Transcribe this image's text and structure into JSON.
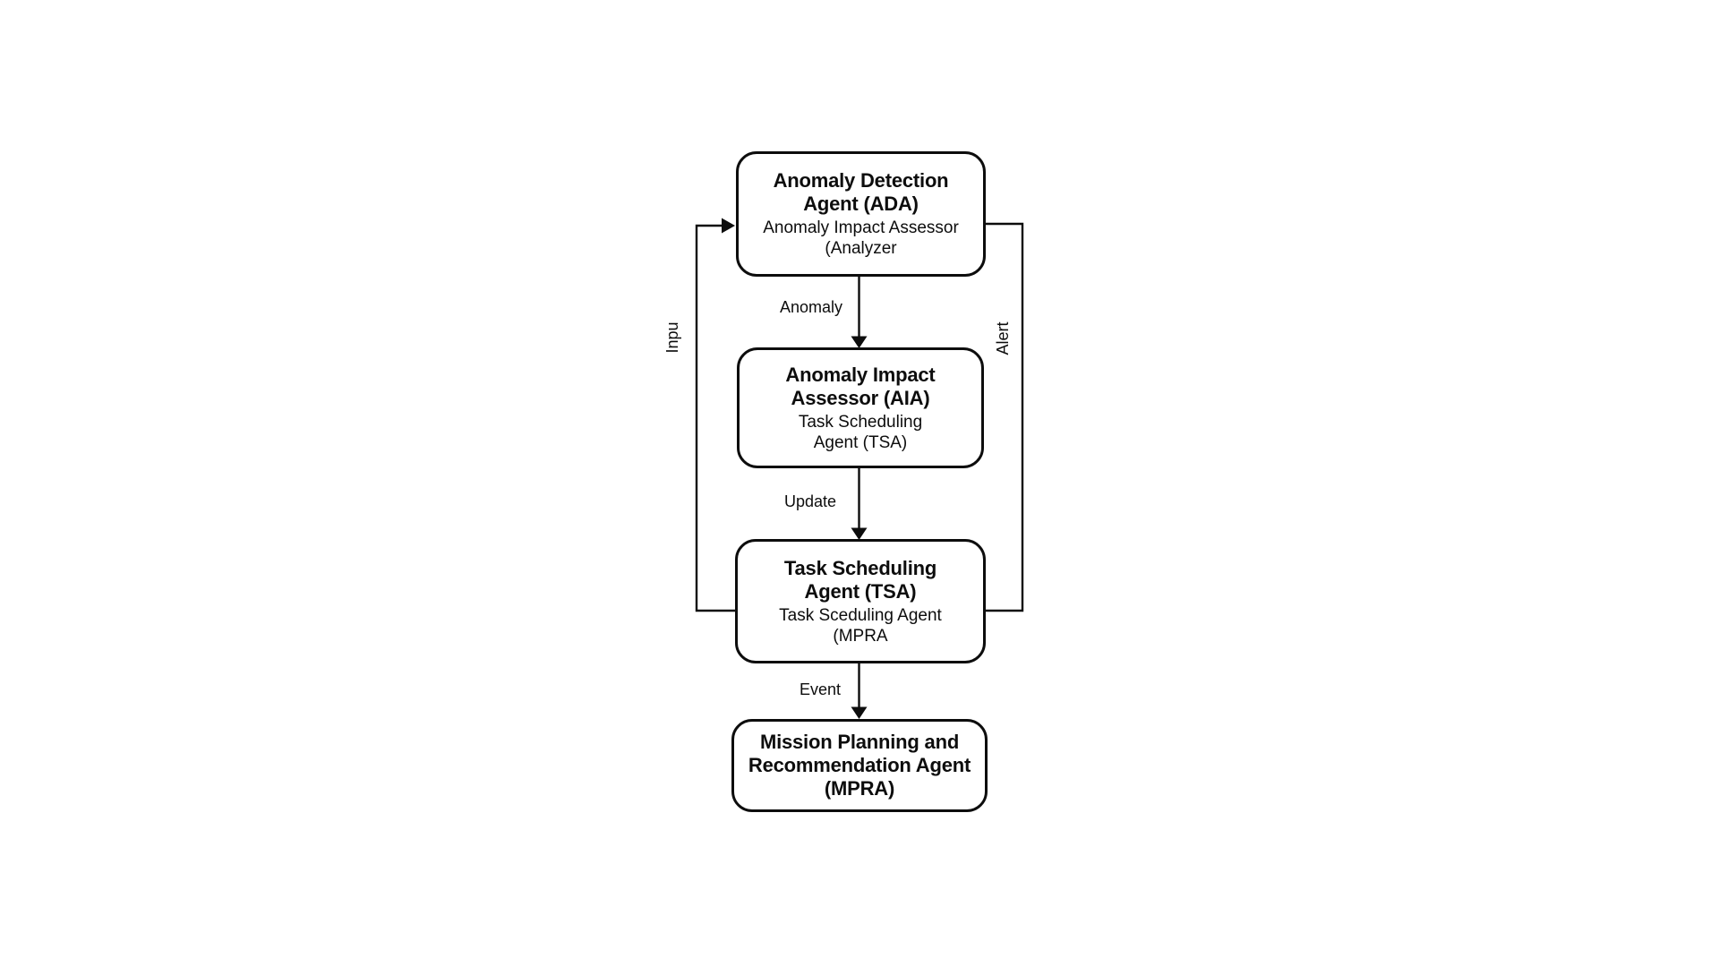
{
  "colors": {
    "ink": "#0d0d0d",
    "background": "#ffffff"
  },
  "diagram": {
    "nodes": [
      {
        "id": "ada",
        "title_lines": [
          "Anomaly Detection",
          "Agent (ADA)"
        ],
        "subtitle_lines": [
          "Anomaly Impact Assessor",
          "(Analyzer"
        ]
      },
      {
        "id": "aia",
        "title_lines": [
          "Anomaly Impact",
          "Assessor (AIA)"
        ],
        "subtitle_lines": [
          "Task Scheduling",
          "Agent (TSA)"
        ]
      },
      {
        "id": "tsa",
        "title_lines": [
          "Task Scheduling",
          "Agent (TSA)"
        ],
        "subtitle_lines": [
          "Task Sceduling Agent",
          "(MPRA"
        ]
      },
      {
        "id": "mpra",
        "title_lines": [
          "Mission Planning and",
          "Recommendation Agent",
          "(MPRA)"
        ],
        "subtitle_lines": []
      }
    ],
    "edge_labels": {
      "ada_to_aia": "Anomaly",
      "aia_to_tsa": "Update",
      "tsa_to_mpra": "Event",
      "feedback_left": "Inpu",
      "feedback_right": "Alert"
    }
  }
}
